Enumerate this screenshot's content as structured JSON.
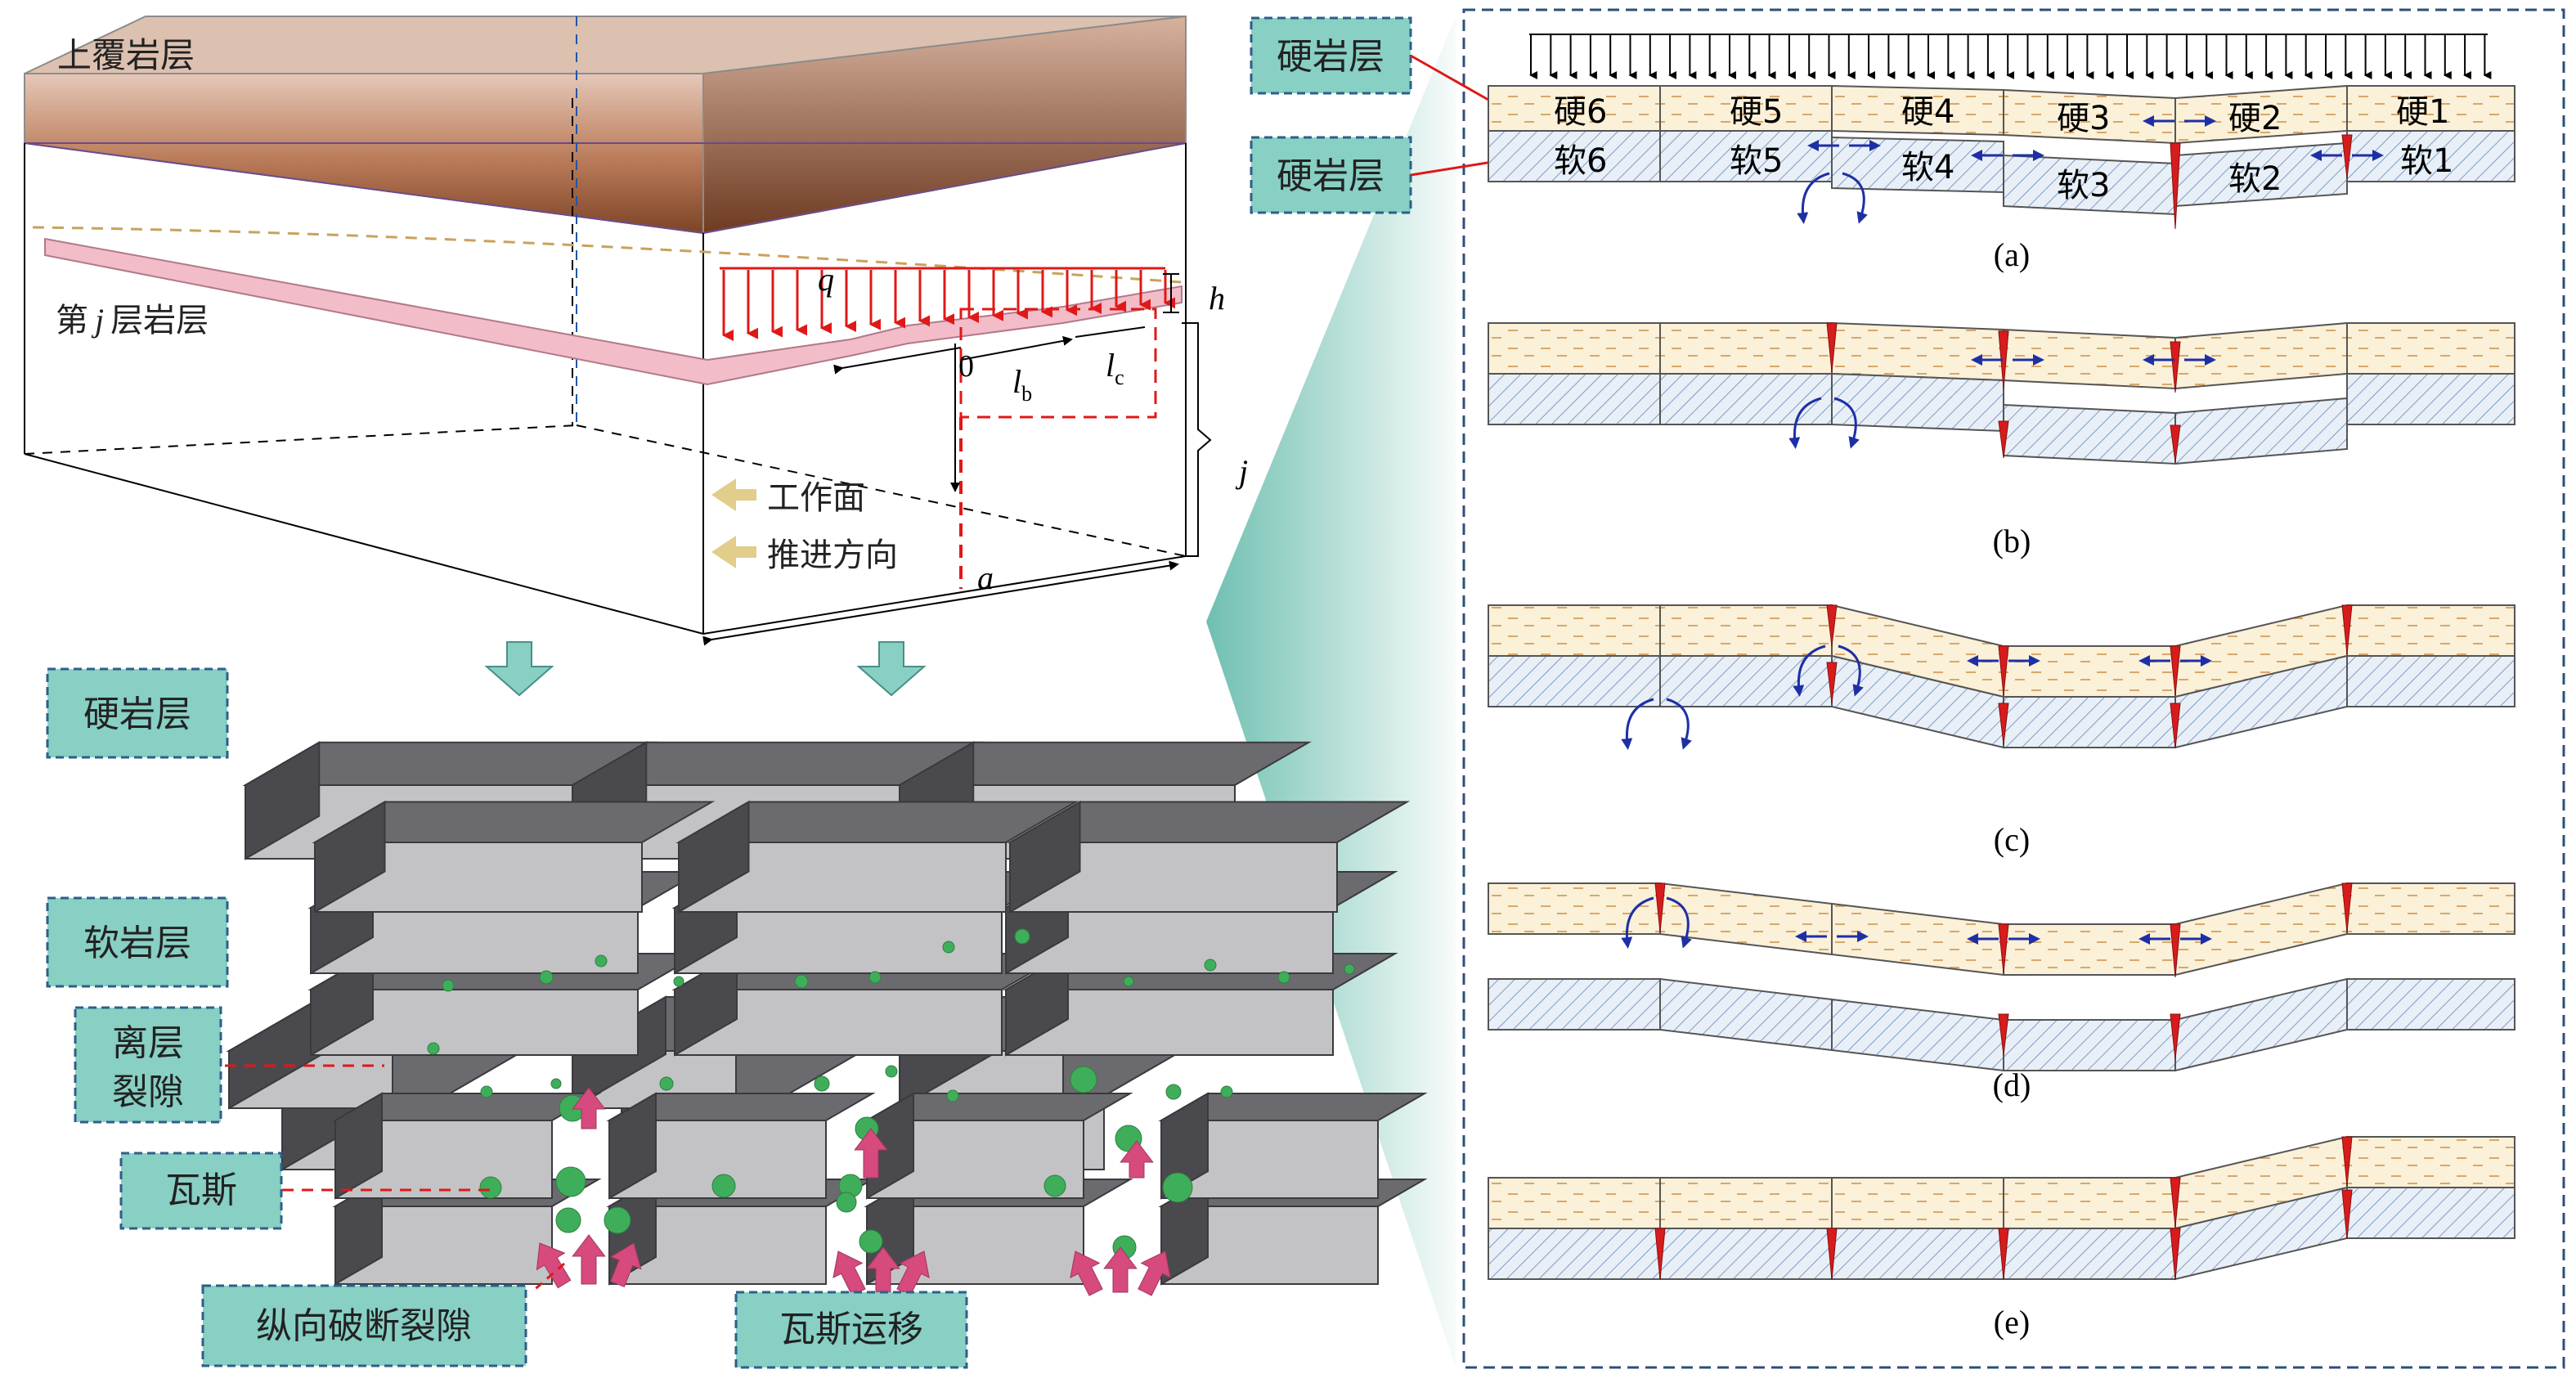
{
  "left_top": {
    "overburden_label": "上覆岩层",
    "layer_label_prefix": "第",
    "layer_label_var": "j",
    "layer_label_suffix": "层岩层",
    "q": "q",
    "h": "h",
    "zero": "0",
    "lb_main": "l",
    "lb_sub": "b",
    "lc_main": "l",
    "lc_sub": "c",
    "j": "j",
    "a": "a",
    "workface": [
      "工作面",
      "推进方向"
    ],
    "colors": {
      "overburden_top": "#dcb7a3",
      "overburden_bottom": "#8a4f30",
      "pink_layer": "#f2bcc8",
      "load_arrow": "#e01818"
    }
  },
  "left_bottom": {
    "labels": {
      "hard": "硬岩层",
      "soft": "软岩层",
      "separation": [
        "离层",
        "裂隙"
      ],
      "gas": "瓦斯",
      "vertical_fracture": "纵向破断裂隙",
      "gas_migration": "瓦斯运移"
    },
    "colors": {
      "box_fill": "#88cfc4",
      "box_border": "#2e5f8a",
      "block_top": "#6b6b6f",
      "block_front": "#bdbdbf",
      "block_side": "#4a4a4e",
      "gas": "#3fae5a",
      "gas_arrow": "#d64a7e"
    }
  },
  "right": {
    "labels": {
      "hard_top": "硬岩层",
      "hard_bottom": "硬岩层"
    },
    "hard_blocks": [
      "硬6",
      "硬5",
      "硬4",
      "硬3",
      "硬2",
      "硬1"
    ],
    "soft_blocks": [
      "软6",
      "软5",
      "软4",
      "软3",
      "软2",
      "软1"
    ],
    "panels": [
      "(a)",
      "(b)",
      "(c)",
      "(d)",
      "(e)"
    ],
    "colors": {
      "hard_fill": "#fbf0d8",
      "hard_dash": "#d8a86a",
      "soft_fill": "#e6eef6",
      "soft_hatch": "#7e9cc2",
      "crack": "#d61c1c",
      "flow_arrow": "#1e2fa6"
    }
  }
}
